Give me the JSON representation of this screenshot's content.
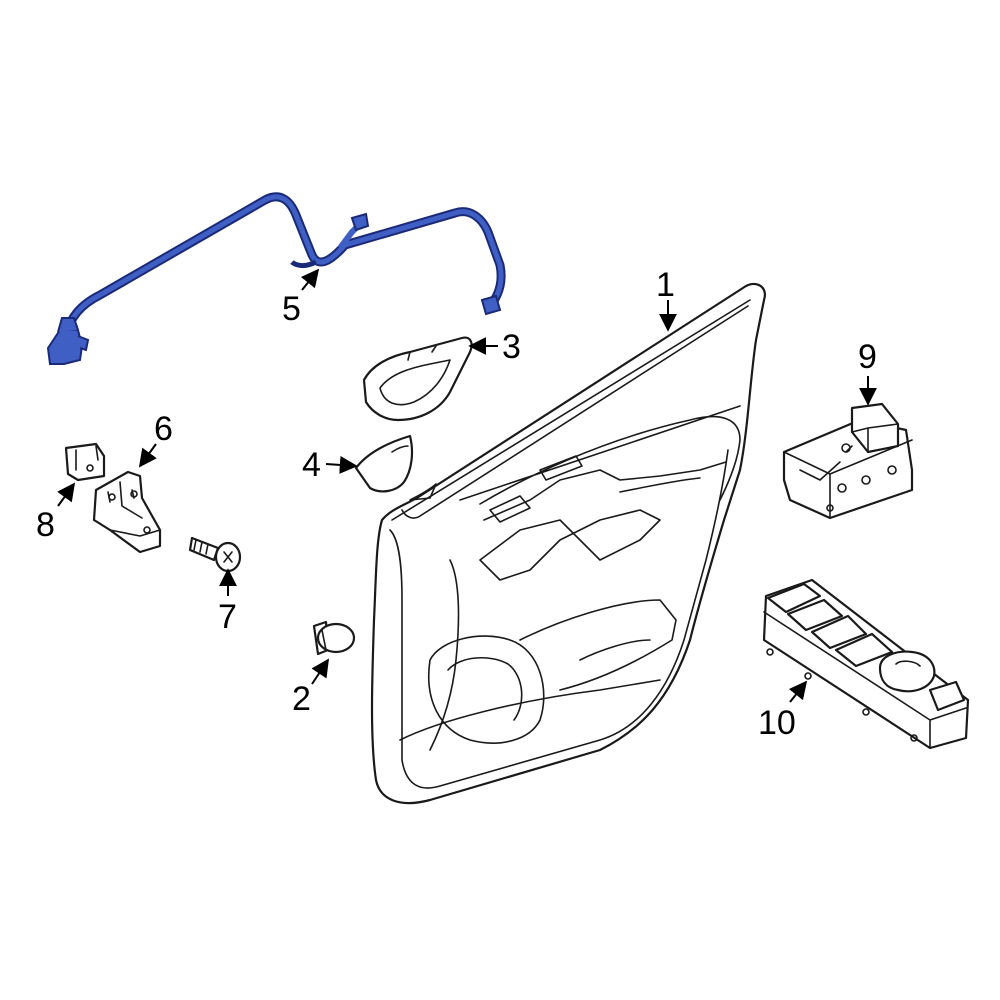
{
  "colors": {
    "highlight_fill": "#3f5fc4",
    "highlight_stroke": "#1b2a78",
    "line": "#1a1a1a",
    "background": "#ffffff"
  },
  "callouts": [
    {
      "id": "1",
      "label": "1"
    },
    {
      "id": "2",
      "label": "2"
    },
    {
      "id": "3",
      "label": "3"
    },
    {
      "id": "4",
      "label": "4"
    },
    {
      "id": "5",
      "label": "5"
    },
    {
      "id": "6",
      "label": "6"
    },
    {
      "id": "7",
      "label": "7"
    },
    {
      "id": "8",
      "label": "8"
    },
    {
      "id": "9",
      "label": "9"
    },
    {
      "id": "10",
      "label": "10"
    }
  ]
}
